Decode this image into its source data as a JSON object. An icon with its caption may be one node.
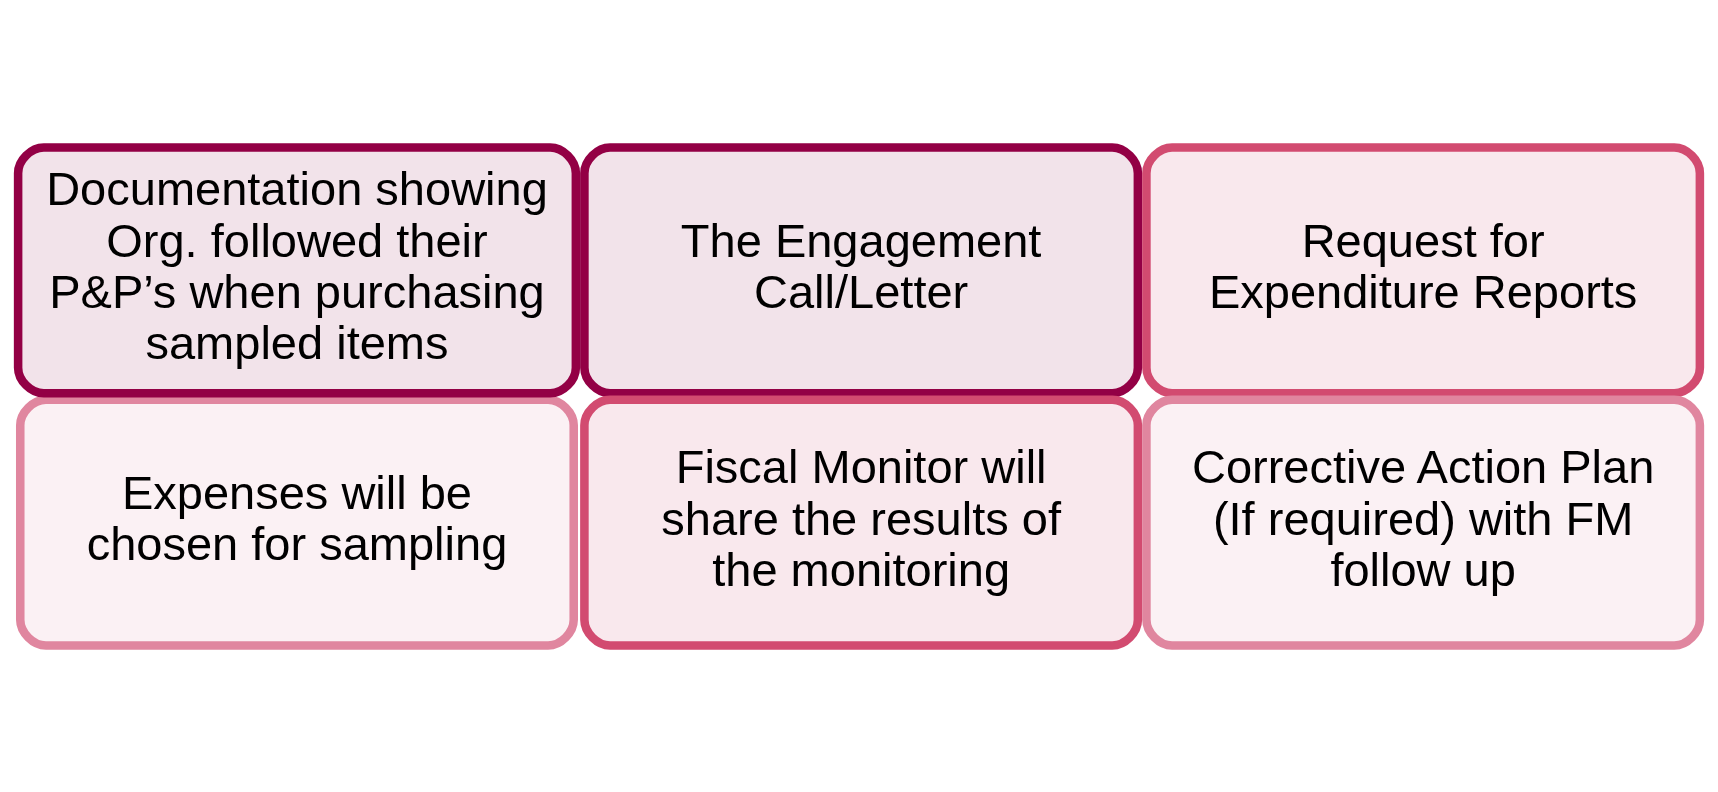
{
  "diagram": {
    "nodes": [
      {
        "text": [
          "The Engagement Call/Letter"
        ]
      },
      {
        "text": [
          "Request for Expenditure Reports"
        ]
      },
      {
        "text": [
          "Expenses will be chosen for sampling"
        ]
      },
      {
        "text": [
          "Documentation showing Org. followed their P&P’s when purchasing sampled items"
        ]
      },
      {
        "text": [
          "Fiscal Monitor will share the results of the monitoring"
        ]
      },
      {
        "text": [
          "Corrective Action Plan (If required) with FM follow up"
        ]
      }
    ]
  }
}
